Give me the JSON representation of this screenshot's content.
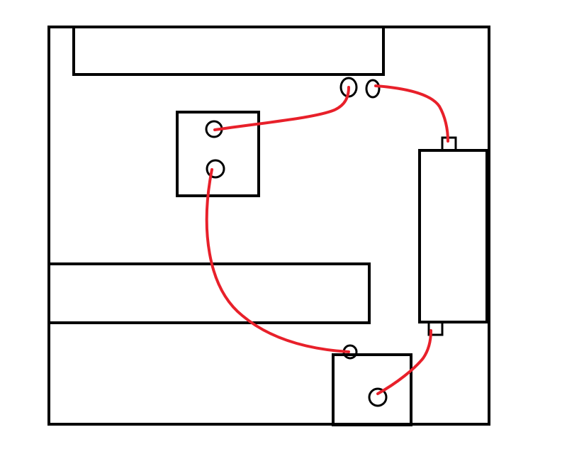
{
  "diagram": {
    "background_color": "#ffffff",
    "outline_color": "#000000",
    "wire_color": "#e8202a",
    "components": [
      {
        "name": "enclosure"
      },
      {
        "name": "top-panel"
      },
      {
        "name": "upper-junction-box"
      },
      {
        "name": "middle-panel"
      },
      {
        "name": "lower-junction-box"
      },
      {
        "name": "cylinder-component"
      }
    ],
    "wires": [
      {
        "from": "top-panel-left-terminal",
        "to": "upper-box-top-terminal"
      },
      {
        "from": "top-panel-right-terminal",
        "to": "cylinder-top-tab"
      },
      {
        "from": "upper-box-bottom-terminal",
        "to": "lower-box-top-terminal"
      },
      {
        "from": "lower-box-inner-terminal",
        "to": "cylinder-bottom-tab"
      }
    ]
  }
}
